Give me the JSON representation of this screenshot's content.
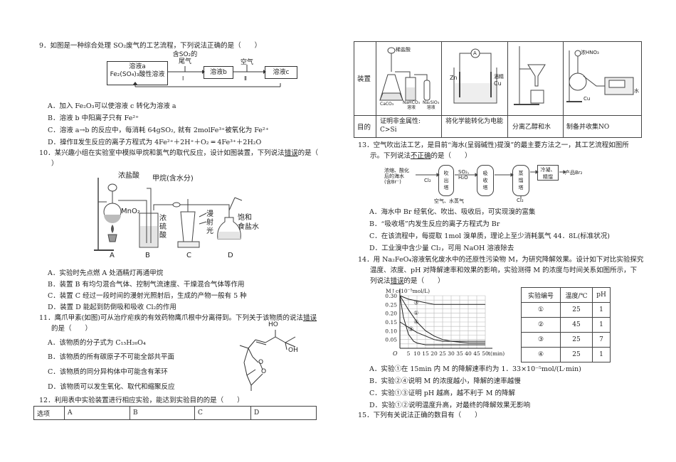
{
  "q9": {
    "stem": "9．如图是一种综合处理 SO₂废气的工艺流程，下列说法正确的是（　　）",
    "flow": {
      "box1_l1": "溶液a",
      "box1_l2": "Fe₂(SO₄)₃酸性溶液",
      "gas1_l1": "含SO₂的",
      "gas1_l2": "尾气",
      "step1": "Ⅰ",
      "box2": "溶液b",
      "gas2": "空气",
      "step2": "Ⅱ",
      "box3": "溶液c"
    },
    "options": [
      "A．加入 Fe₂O₃可以使溶液 c 转化为溶液 a",
      "B．溶液 b 中阳离子只有 Fe²⁺",
      "C．溶液 a→b 的反应中，每消耗 64gSO₂, 就有 2molFe³⁺被氧化为 Fe²⁺",
      "D．操作Ⅱ发生反应的离子方程式为 4Fe²⁺＋2H⁺＋O₂ ═ 4Fe³⁺＋2H₂O"
    ]
  },
  "q10": {
    "stem_l1_a": "10．某兴趣小组在实验室中模拟甲烷和氯气的取代反应，设计如图装置，下列说法",
    "stem_l1_em": "错误",
    "stem_l1_b": "的是（",
    "stem_l2": "）",
    "labels": {
      "hcl": "浓盐酸",
      "ch4": "甲烷(含水分)",
      "mno2": "MnO₂",
      "h2so4_l1": "浓",
      "h2so4_l2": "硫",
      "h2so4_l3": "酸",
      "light_l1": "漫",
      "light_l2": "射",
      "light_l3": "光",
      "nacl_l1": "饱和",
      "nacl_l2": "食盐水",
      "A": "A",
      "B": "B",
      "C": "C",
      "D": "D"
    },
    "options": [
      "A．实验时先点燃 A 处酒精灯再通甲烷",
      "B．装置 B 有均匀混合气体、控制气流速度、干燥混合气体等作用",
      "C．装置 C 经过一段时间的漫射光照射后，生成的产物一般有 5 种",
      "D．装置 D 能起到防倒吸和吸收 Cl₂的作用"
    ]
  },
  "q11": {
    "stem_a": "11．鹰爪甲素(如图)可从治疗疟疾的有效药物鹰爪根中分离得到。下列关于该物质的说法",
    "stem_em": "错误",
    "stem_l2": "的是（　　）",
    "mol_oh1": "HO",
    "mol_oh2": "OH",
    "mol_o1": "O",
    "mol_o2": "O",
    "options": [
      "A．该物质的分子式为 C₁₅H₂₆O₄",
      "B．该物质的所有碳原子不可能全部共平面",
      "C．该物质的同分异构体中可能含有苯环",
      "D．该物质可以发生氧化、取代和缩聚反应"
    ]
  },
  "q12": {
    "stem": "12．利用表中实验装置进行相应实验，能达到实验目的的是（　　）",
    "header": [
      "选项",
      "A",
      "B",
      "C",
      "D"
    ],
    "row_device": "装置",
    "row_purpose": "目的",
    "fig_labels": {
      "a_reagent": "稀盐酸",
      "a_caco3": "CaCO₃",
      "a_nahco3_l1": "NaHCO₃",
      "a_nahco3_l2": "溶液",
      "a_na2sio3_l1": "Na₂SiO₃",
      "a_na2sio3_l2": "溶液",
      "b_meter": "A",
      "b_zn": "Zn",
      "b_cu": "Cu",
      "b_alcohol": "酒精",
      "d_hno3": "浓HNO₃",
      "d_cu": "Cu",
      "d_water": "水"
    },
    "purposes": [
      "证明非金属性:\nC>Si",
      "将化学能转化为电能",
      "分离乙醇和水",
      "制备并收集NO"
    ]
  },
  "q13": {
    "stem_l1": "13．空气吹出法工艺，是目前“海水(呈弱碱性)提溴”的最主要方法之一，其工艺流程如图所",
    "stem_l2_a": "示。下列说法",
    "stem_l2_em": "不正确",
    "stem_l2_b": "的是（　　）",
    "flow": {
      "feed_l1": "浓缩、酸化",
      "feed_l2": "后的海水",
      "feed_l3": "(含Br⁻)",
      "cl2_1": "Cl₂",
      "t1_l1": "吹",
      "t1_l2": "出",
      "t1_l3": "塔",
      "so2": "SO₂、",
      "h2o": "H₂O",
      "t2_l1": "吸",
      "t2_l2": "收",
      "t2_l3": "塔",
      "t3_l1": "蒸",
      "t3_l2": "馏",
      "t3_l3": "塔",
      "cl2_2": "Cl₂",
      "air": "空气、水蒸气",
      "cool_l1": "冷凝、",
      "cool_l2": "精馏",
      "product": "产品Br₂"
    },
    "options": [
      "A．海水中 Br 经氧化、吹出、吸收后，可实现溴的富集",
      "B．“吸收塔”内发生反应的离子方程式为 Br",
      "C．在该流程中，每提取 1mol 溴单质，理论上至少消耗氯气 44．8L(标准状况)",
      "D．工业溴中含少量 Cl₂，可用 NaOH 溶液除去"
    ]
  },
  "q14": {
    "stem_l1": "14．用 Na₂FeO₄溶液氧化废水中的还原性污染物 M，为研究降解效果。设计如下对比实验探究",
    "stem_l2": "温度、浓度、pH 对降解速率和效果的影响，实验测得 M 的浓度与时间关系如图所示，下",
    "stem_l3_a": "列说法",
    "stem_l3_em": "错误",
    "stem_l3_b": "的是（　　）",
    "table_header": [
      "实验编号",
      "温度/℃",
      "pH"
    ],
    "table_rows": [
      [
        "①",
        "25",
        "1"
      ],
      [
        "②",
        "45",
        "1"
      ],
      [
        "③",
        "25",
        "7"
      ],
      [
        "④",
        "25",
        "1"
      ]
    ],
    "options": [
      "A．实验①在 15min 内 M 的降解速率约为 1．33×10⁻⁵mol/(L·min)",
      "B．实验②④说明 M 的浓度越小，降解的速率越慢",
      "C．实验①③证明 pH 越高，越不利于 M 的降解",
      "D．实验①②说明温度升高，对最终的降解效果无影响"
    ]
  },
  "chart_data": {
    "type": "line",
    "ylabel": "c(10⁻⁵mol/L)",
    "y_axis_prefix": "M",
    "xlabel": "t(min)",
    "origin_label": "O",
    "xlim": [
      0,
      50
    ],
    "ylim": [
      0,
      0.3
    ],
    "x_ticks": [
      5,
      10,
      15,
      20,
      25,
      30,
      35,
      40,
      45,
      50
    ],
    "y_ticks": [
      "0.05",
      "0.10",
      "0.15",
      "0.20",
      "0.25",
      "0.30"
    ],
    "series": [
      {
        "name": "①",
        "x": [
          0,
          5,
          10,
          15,
          20,
          25,
          30,
          40,
          50
        ],
        "y": [
          0.3,
          0.22,
          0.15,
          0.1,
          0.07,
          0.05,
          0.04,
          0.03,
          0.03
        ]
      },
      {
        "name": "②",
        "x": [
          0,
          2,
          5,
          8,
          10,
          15,
          20,
          30,
          50
        ],
        "y": [
          0.3,
          0.18,
          0.08,
          0.04,
          0.03,
          0.02,
          0.02,
          0.02,
          0.02
        ]
      },
      {
        "name": "③",
        "x": [
          0,
          5,
          10,
          15,
          20,
          30,
          50
        ],
        "y": [
          0.3,
          0.28,
          0.27,
          0.26,
          0.25,
          0.25,
          0.25
        ]
      },
      {
        "name": "④",
        "x": [
          0,
          5,
          10,
          15,
          20,
          25,
          30,
          50
        ],
        "y": [
          0.15,
          0.12,
          0.09,
          0.07,
          0.05,
          0.04,
          0.04,
          0.04
        ]
      }
    ]
  },
  "q15": {
    "stem": "15．下列有关说法正确的数目有（　　）"
  }
}
